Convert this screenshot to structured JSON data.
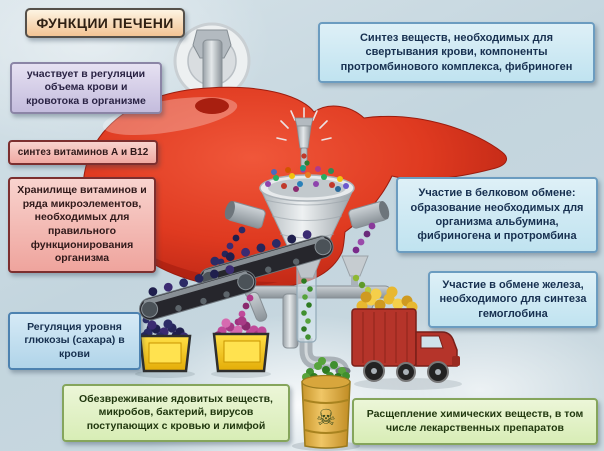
{
  "title": "ФУНКЦИИ ПЕЧЕНИ",
  "callouts": {
    "blood_regulation": "участвует в регуляции объема крови и кровотока в организме",
    "vitamin_synthesis": "синтез витаминов А и В12",
    "vitamin_storage": "Хранилище витаминов и ряда микроэлементов, необходимых для правильного функционирования организма",
    "glucose_regulation": "Регуляция уровня глюкозы (сахара) в крови",
    "detoxification": "Обезвреживание ядовитых веществ, микробов, бактерий, вирусов поступающих с кровью и лимфой",
    "clotting_factors": "Синтез веществ, необходимых для свертывания крови, компоненты протромбинового комплекса, фибриноген",
    "protein_metabolism": "Участие в белковом обмене: образование необходимых для организма альбумина, фибриногена и протромбина",
    "iron_metabolism": "Участие в обмене железа, необходимого для синтеза гемоглобина",
    "chemical_breakdown": "Расщепление химических веществ, в том числе лекарственных препаратов"
  },
  "icons": {
    "skull": "☠"
  },
  "colors": {
    "background": "#c8d8e0",
    "title_bg": "#f3c494",
    "title_border": "#55504a",
    "purple_bg": "#c4bcdd",
    "purple_border": "#8b85a6",
    "pink_bg": "#f0a9a2",
    "pink_border": "#7c2f2f",
    "blue_bg": "#c0e3f0",
    "blue_border": "#6b9cc0",
    "green_bg": "#d8edb6",
    "green_border": "#85a55c",
    "liver_red": "#df3a20",
    "bin_yellow": "#f2c51c",
    "barrel_yellow": "#dda83c",
    "truck_red": "#b5342a"
  }
}
